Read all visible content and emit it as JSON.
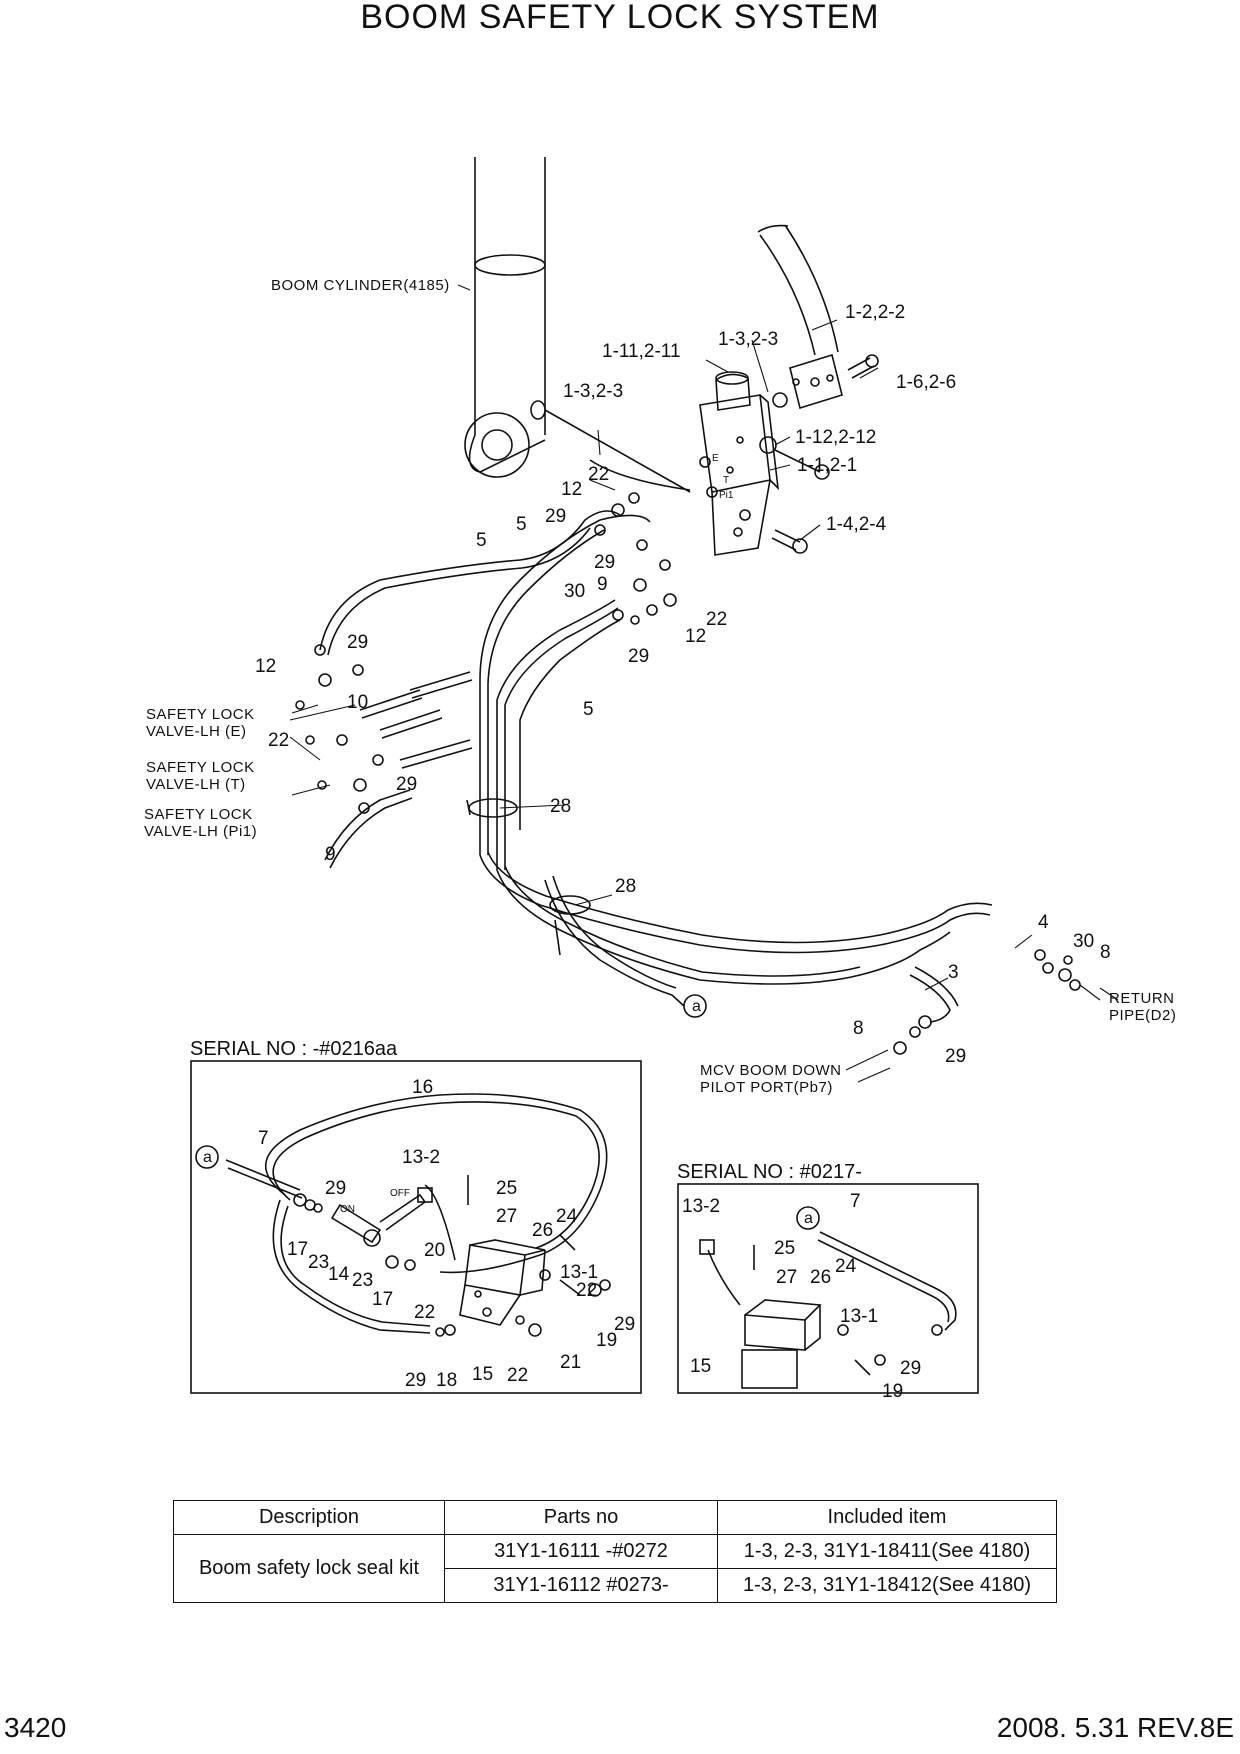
{
  "title": "BOOM SAFETY LOCK SYSTEM",
  "annotations": {
    "boom_cylinder": "BOOM CYLINDER(4185)",
    "safety_e_1": "SAFETY LOCK",
    "safety_e_2": "VALVE-LH (E)",
    "safety_t_1": "SAFETY LOCK",
    "safety_t_2": "VALVE-LH (T)",
    "safety_pi_1": "SAFETY LOCK",
    "safety_pi_2": "VALVE-LH (Pi1)",
    "return_1": "RETURN",
    "return_2": "PIPE(D2)",
    "mcv_1": "MCV BOOM DOWN",
    "mcv_2": "PILOT PORT(Pb7)",
    "port_e": "E",
    "port_t": "T",
    "port_pi1": "Pi1",
    "on": "ON",
    "off": "OFF",
    "circle_a": "a"
  },
  "serials": {
    "left": "SERIAL NO : -#0216aa",
    "right": "SERIAL NO : #0217-"
  },
  "callouts": [
    "1-2,2-2",
    "1-3,2-3",
    "1-11,2-11",
    "1-6,2-6",
    "1-3,2-3",
    "1-12,2-12",
    "1-1,2-1",
    "22",
    "12",
    "29",
    "5",
    "1-4,2-4",
    "5",
    "29",
    "9",
    "30",
    "22",
    "12",
    "29",
    "12",
    "29",
    "10",
    "22",
    "29",
    "5",
    "9",
    "28",
    "28",
    "4",
    "30",
    "8",
    "3",
    "8",
    "29",
    "16",
    "7",
    "13-2",
    "29",
    "25",
    "27",
    "24",
    "26",
    "17",
    "23",
    "14",
    "23",
    "13-1",
    "20",
    "17",
    "22",
    "22",
    "29",
    "19",
    "29",
    "18",
    "15",
    "22",
    "21",
    "13-2",
    "7",
    "25",
    "26",
    "24",
    "27",
    "13-1",
    "15",
    "29",
    "19"
  ],
  "table": {
    "headers": [
      "Description",
      "Parts no",
      "Included item"
    ],
    "description": "Boom safety lock seal kit",
    "rows": [
      {
        "parts_no": "31Y1-16111 -#0272",
        "included": "1-3, 2-3, 31Y1-18411(See 4180)"
      },
      {
        "parts_no": "31Y1-16112 #0273-",
        "included": "1-3, 2-3, 31Y1-18412(See 4180)"
      }
    ]
  },
  "footer": {
    "page": "3420",
    "revision": "2008. 5.31 REV.8E"
  }
}
